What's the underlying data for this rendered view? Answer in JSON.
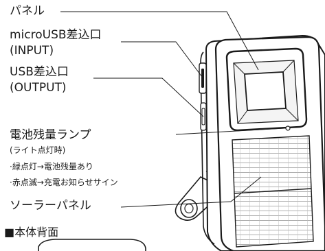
{
  "labels": {
    "panel": "パネル",
    "micro_usb_1": "microUSB差込口",
    "micro_usb_2": "(INPUT)",
    "usb_1": "USB差込口",
    "usb_2": "(OUTPUT)",
    "battery_lamp": "電池残量ランプ",
    "lamp_note_1": "(ライト点灯時)",
    "lamp_note_2": "·緑点灯→電池残量あり",
    "lamp_note_3": "·赤点滅→充電お知らせサイン",
    "solar_panel": "ソーラーパネル",
    "back_section": "■本体背面"
  },
  "colors": {
    "ink": "#1a1a1a",
    "solar_cell": "#dcdcdc",
    "glass": "#f4f4f4"
  }
}
